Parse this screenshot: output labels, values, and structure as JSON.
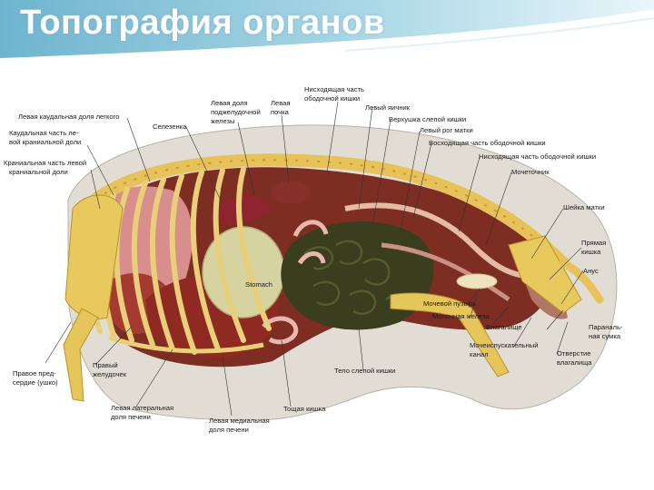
{
  "slide": {
    "title": "Топография органов"
  },
  "diagram": {
    "labels": {
      "caudal_lobe_left_lung": "Левая каудальная доля легкого",
      "caudal_part_left_cranial_1": "Каудальная часть ле-",
      "caudal_part_left_cranial_2": "вой краниальной доли",
      "cranial_part_left_cranial_1": "Краниальная часть левой",
      "cranial_part_left_cranial_2": "краниальной доли",
      "spleen": "Селезенка",
      "left_pancreas_1": "Левая доля",
      "left_pancreas_2": "поджелудочной",
      "left_pancreas_3": "железы",
      "left_kidney_1": "Левая",
      "left_kidney_2": "почка",
      "descending_colon_top_1": "Нисходящая часть",
      "descending_colon_top_2": "ободочной кишки",
      "left_ovary": "Левый яичник",
      "cecum_apex": "Верхушка слепой кишки",
      "left_uterine_horn": "Левый рог матки",
      "ascending_colon": "Восходящая часть ободочной кишки",
      "descending_colon_right": "Нисходящая часть ободочной кишки",
      "ureter": "Мочеточник",
      "cervix": "Шейка матки",
      "rectum_1": "Прямая",
      "rectum_2": "кишка",
      "anus": "Анус",
      "stomach": "Stomach",
      "bladder": "Мочевой пузырь",
      "mammary_gland": "Молочная железа",
      "vagina": "Влагалище",
      "paranal_sac_1": "Параналь-",
      "paranal_sac_2": "ная сумка",
      "urogenital_canal_1": "Мочеиспускательный",
      "urogenital_canal_2": "канал",
      "vaginal_opening_1": "Отверстие",
      "vaginal_opening_2": "влагалища",
      "right_atrium_1": "Правое пред-",
      "right_atrium_2": "сердие (ушко)",
      "right_stomach_1": "Правый",
      "right_stomach_2": "желудочек",
      "left_lateral_liver_1": "Левая латеральная",
      "left_lateral_liver_2": "доля печени",
      "left_medial_liver_1": "Левая медиальная",
      "left_medial_liver_2": "доля печени",
      "cecum_body": "Тело слепой кишки",
      "jejunum": "Тощая кишка"
    }
  }
}
